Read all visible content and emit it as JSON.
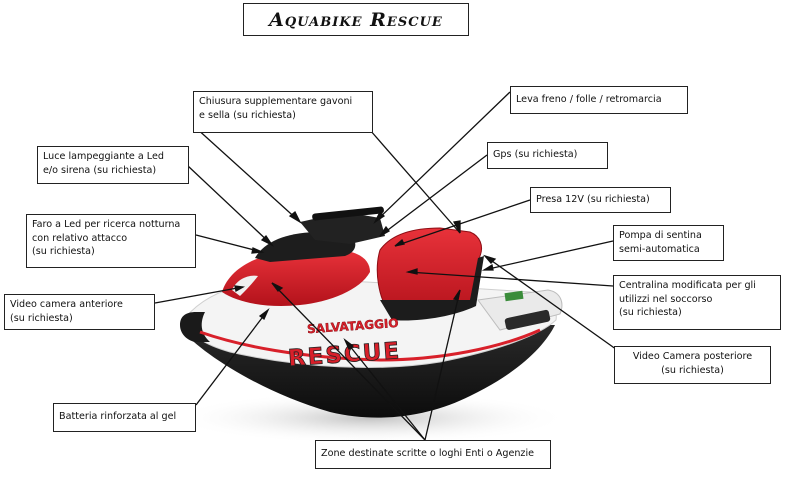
{
  "title": "Aquabike Rescue",
  "labels": {
    "chiusura": "Chiusura supplementare gavoni\ne sella (su richiesta)",
    "leva": "Leva freno / folle / retromarcia",
    "luce": "Luce lampeggiante a Led\ne/o sirena (su richiesta)",
    "gps": "Gps (su richiesta)",
    "presa": "Presa 12V (su richiesta)",
    "faro": "Faro a Led per ricerca notturna\ncon relativo attacco\n(su richiesta)",
    "pompa": "Pompa di sentina\nsemi-automatica",
    "centralina": "Centralina modificata per gli\nutilizzi nel soccorso\n(su richiesta)",
    "video_ant": "Video camera anteriore\n(su richiesta)",
    "video_post": "Video Camera posteriore\n(su richiesta)",
    "batteria": "Batteria rinforzata al gel",
    "zone": "Zone destinate scritte o loghi Enti o Agenzie"
  },
  "hull_text": {
    "salvataggio": "SALVATAGGIO",
    "rescue": "RESCUE"
  },
  "colors": {
    "hull_red": "#d8202a",
    "dark": "#1e1e1e",
    "white": "#f4f4f4"
  }
}
